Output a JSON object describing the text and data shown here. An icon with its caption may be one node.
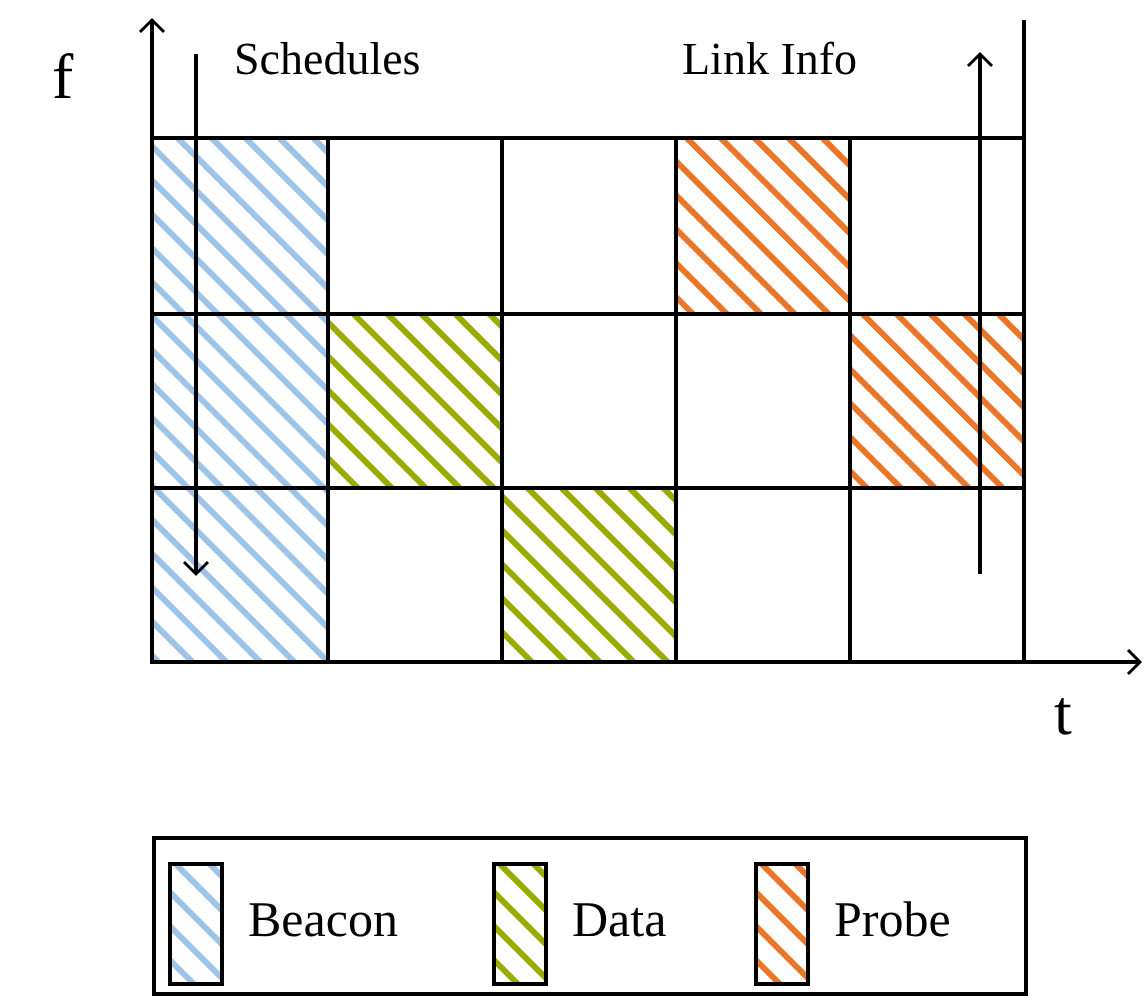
{
  "diagram": {
    "labels": [
      "f",
      "Schedules",
      "Link Info",
      "t"
    ],
    "legend": [
      {
        "text": "Beacon",
        "color": "#9dc3e6"
      },
      {
        "text": "Data",
        "color": "#9aaa00"
      },
      {
        "text": "Probe",
        "color": "#e8772a"
      }
    ]
  }
}
